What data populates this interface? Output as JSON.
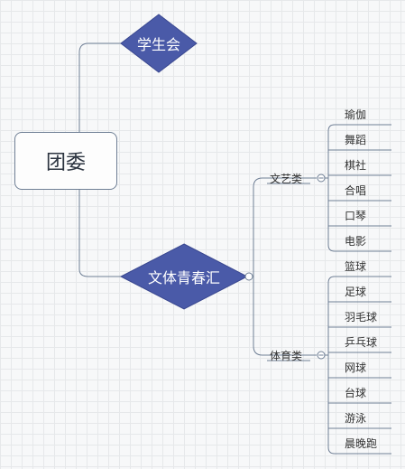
{
  "root": {
    "label": "团委"
  },
  "branches": [
    {
      "label": "学生会"
    },
    {
      "label": "文体青春汇"
    }
  ],
  "groups": [
    {
      "label": "文艺类",
      "items": [
        "瑜伽",
        "舞蹈",
        "棋社",
        "合唱",
        "口琴",
        "电影"
      ]
    },
    {
      "label": "体育类",
      "items": [
        "篮球",
        "足球",
        "羽毛球",
        "乒乓球",
        "网球",
        "台球",
        "游泳",
        "晨晚跑"
      ]
    }
  ],
  "colors": {
    "diamond_fill": "#4a5aa8",
    "line": "#6f7f95",
    "grid": "#e6e8ea"
  }
}
